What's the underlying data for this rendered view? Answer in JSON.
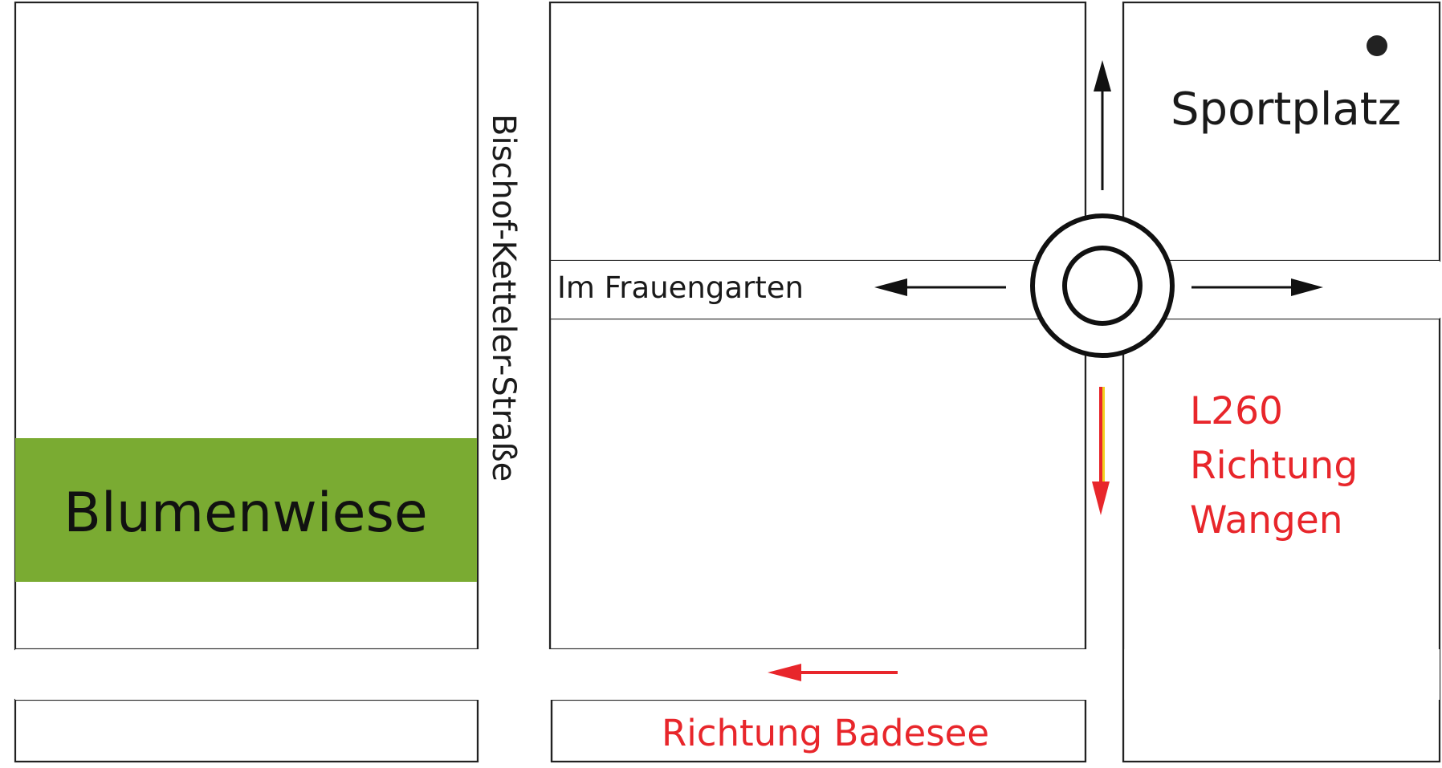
{
  "map": {
    "labels": {
      "sportplatz": "Sportplatz",
      "im_frauengarten": "Im Frauengarten",
      "bischof_ketteler_strasse": "Bischof-Ketteler-Straße",
      "blumenwiese": "Blumenwiese",
      "l260_line1": "L260",
      "l260_line2": "Richtung",
      "l260_line3": "Wangen",
      "richtung_badesee": "Richtung Badesee"
    },
    "colors": {
      "block_stroke": "#222222",
      "text": "#1a1a1a",
      "meadow_fill": "#7aab32",
      "route_red": "#e8262b",
      "route_yellow": "#f2d21f"
    },
    "icons": {
      "roundabout": "roundabout-icon",
      "location_dot": "location-dot-icon"
    }
  }
}
